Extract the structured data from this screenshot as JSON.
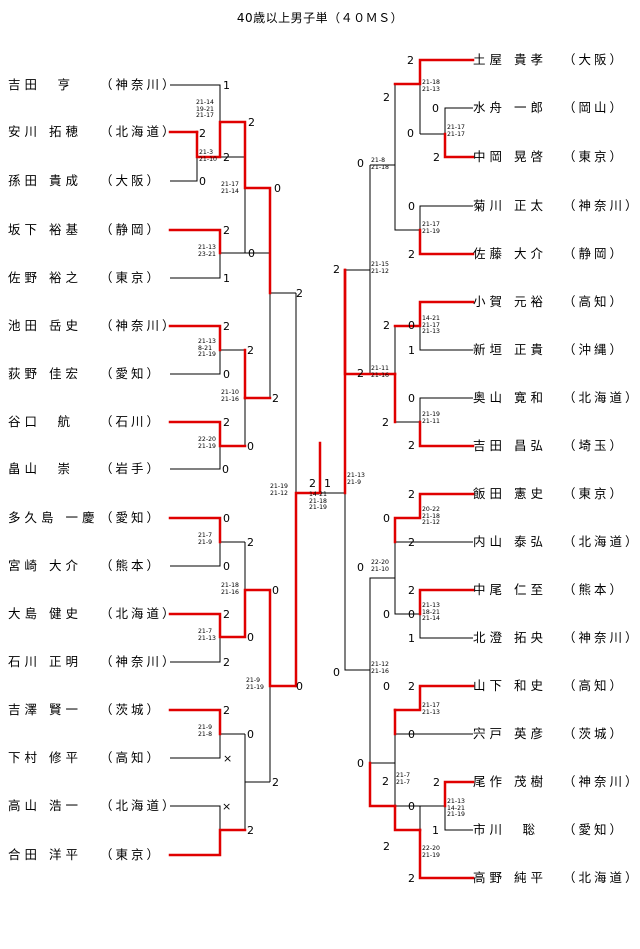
{
  "title": "40歳以上男子単（４０ＭＳ）",
  "colors": {
    "winner_line": "#e00000",
    "line": "#000000"
  },
  "left_players": [
    {
      "name": "吉田　亨",
      "pref": "神奈川"
    },
    {
      "name": "安川 拓穂",
      "pref": "北海道"
    },
    {
      "name": "孫田 貴成",
      "pref": "大阪"
    },
    {
      "name": "坂下 裕基",
      "pref": "静岡"
    },
    {
      "name": "佐野 裕之",
      "pref": "東京"
    },
    {
      "name": "池田 岳史",
      "pref": "神奈川"
    },
    {
      "name": "荻野 佳宏",
      "pref": "愛知"
    },
    {
      "name": "谷口　航",
      "pref": "石川"
    },
    {
      "name": "畠山　崇",
      "pref": "岩手"
    },
    {
      "name": "多久島 一慶",
      "pref": "愛知"
    },
    {
      "name": "宮崎 大介",
      "pref": "熊本"
    },
    {
      "name": "大島 健史",
      "pref": "北海道"
    },
    {
      "name": "石川 正明",
      "pref": "神奈川"
    },
    {
      "name": "吉澤 賢一",
      "pref": "茨城"
    },
    {
      "name": "下村 修平",
      "pref": "高知"
    },
    {
      "name": "高山 浩一",
      "pref": "北海道"
    },
    {
      "name": "合田 洋平",
      "pref": "東京"
    }
  ],
  "right_players": [
    {
      "name": "土屋 貴孝",
      "pref": "大阪"
    },
    {
      "name": "水舟 一郎",
      "pref": "岡山"
    },
    {
      "name": "中岡 晃啓",
      "pref": "東京"
    },
    {
      "name": "菊川 正太",
      "pref": "神奈川"
    },
    {
      "name": "佐藤 大介",
      "pref": "静岡"
    },
    {
      "name": "小賀 元裕",
      "pref": "高知"
    },
    {
      "name": "新垣 正貴",
      "pref": "沖縄"
    },
    {
      "name": "奥山 寛和",
      "pref": "北海道"
    },
    {
      "name": "吉田 昌弘",
      "pref": "埼玉"
    },
    {
      "name": "飯田 憲史",
      "pref": "東京"
    },
    {
      "name": "内山 泰弘",
      "pref": "北海道"
    },
    {
      "name": "中尾 仁至",
      "pref": "熊本"
    },
    {
      "name": "北澄 拓央",
      "pref": "神奈川"
    },
    {
      "name": "山下 和史",
      "pref": "高知"
    },
    {
      "name": "宍戸 英彦",
      "pref": "茨城"
    },
    {
      "name": "尾作 茂樹",
      "pref": "神奈川"
    },
    {
      "name": "市川　聡",
      "pref": "愛知"
    },
    {
      "name": "高野 純平",
      "pref": "北海道"
    }
  ],
  "round_marks": {
    "L0": "1",
    "L1": "2",
    "L2": "2",
    "L3": "0",
    "L4": "2",
    "L5": "0",
    "L6": "2",
    "L7": "0",
    "L8": "1",
    "L9": "2",
    "L10": "2",
    "L11": "0",
    "L12": "2",
    "L13": "0",
    "L14": "2",
    "L15": "0",
    "L16": "2",
    "L17": "0",
    "L18": "2",
    "L19": "0",
    "L20": "2",
    "L21": "0",
    "L22": "2",
    "L23": "0",
    "L24": "2",
    "L25": "0",
    "L26": "×",
    "L27": "×",
    "L28": "2",
    "L29": "0",
    "L30": "2",
    "L31": "0",
    "L32": "×",
    "L33": "2",
    "L34": "0",
    "L35": "2",
    "L36": "2",
    "L37": "0",
    "L38": "2",
    "L39": "0",
    "L40": "×",
    "C0": "2",
    "C1": "1",
    "R0": "2",
    "R1": "0",
    "R2": "0",
    "R3": "2",
    "R4": "0",
    "R5": "2",
    "R6": "2",
    "R7": "0",
    "R8": "2",
    "R9": "2",
    "R10": "0",
    "R11": "1",
    "R12": "0",
    "R13": "2",
    "R14": "2",
    "R15": "2",
    "R16": "0",
    "R17": "2",
    "R18": "0",
    "R19": "2",
    "R20": "0",
    "R21": "2",
    "R22": "0",
    "R23": "0",
    "R24": "2",
    "R25": "0",
    "R26": "1",
    "R27": "0",
    "R28": "2",
    "R29": "0",
    "R30": "2",
    "R31": "0",
    "R32": "1",
    "R33": "2",
    "R34": "2",
    "R35": "0",
    "R36": "2",
    "R37": "2",
    "R38": "2"
  },
  "match_scores": {
    "L_m1": "21-14\n19-21\n21-17",
    "L_m2": "21-3\n21-10",
    "L_m3": "21-17\n21-14",
    "L_m4": "21-13\n23-21",
    "L_m5": "21-13\n8-21\n21-19",
    "L_m6": "21-10\n21-16",
    "L_m7": "22-20\n21-19",
    "L_m8": "21-19\n21-12",
    "L_m9": "21-7\n21-9",
    "L_m10": "21-18\n21-16",
    "L_m11": "21-7\n21-13",
    "L_m12": "21-9\n21-19",
    "L_m13": "21-9\n21-8",
    "C_m1": "14-21\n21-18\n21-19",
    "C_m2": "21-13\n21-9",
    "R_m1": "21-18\n21-13",
    "R_m2": "21-17\n21-17",
    "R_m3": "21-8\n21-18",
    "R_m4": "21-17\n21-19",
    "R_m5": "21-15\n21-12",
    "R_m6": "14-21\n21-17\n21-13",
    "R_m7": "21-11\n21-16",
    "R_m8": "21-19\n21-11",
    "R_m9": "20-22\n21-18\n21-12",
    "R_m10": "22-20\n21-10",
    "R_m11": "21-13\n18-21\n21-14",
    "R_m12": "21-12\n21-16",
    "R_m13": "21-17\n21-13",
    "R_m14": "21-7\n21-7",
    "R_m15": "21-13\n14-21\n21-19",
    "R_m16": "22-20\n21-19"
  }
}
